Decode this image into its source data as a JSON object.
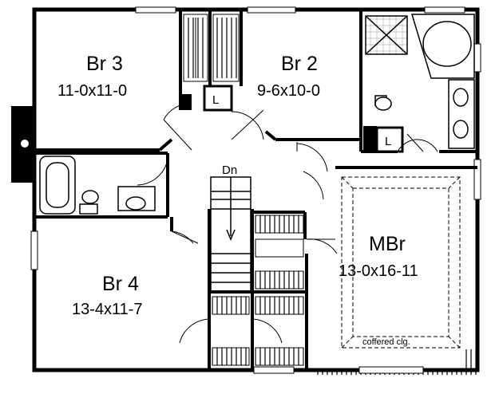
{
  "rooms": {
    "br3": {
      "name": "Br 3",
      "dims": "11-0x11-0"
    },
    "br2": {
      "name": "Br 2",
      "dims": "9-6x10-0"
    },
    "br4": {
      "name": "Br 4",
      "dims": "13-4x11-7"
    },
    "mbr": {
      "name": "MBr",
      "dims": "13-0x16-11"
    }
  },
  "labels": {
    "linen_1": "L",
    "linen_2": "L",
    "stairs_down": "Dn",
    "ceiling_note": "coffered clg."
  }
}
